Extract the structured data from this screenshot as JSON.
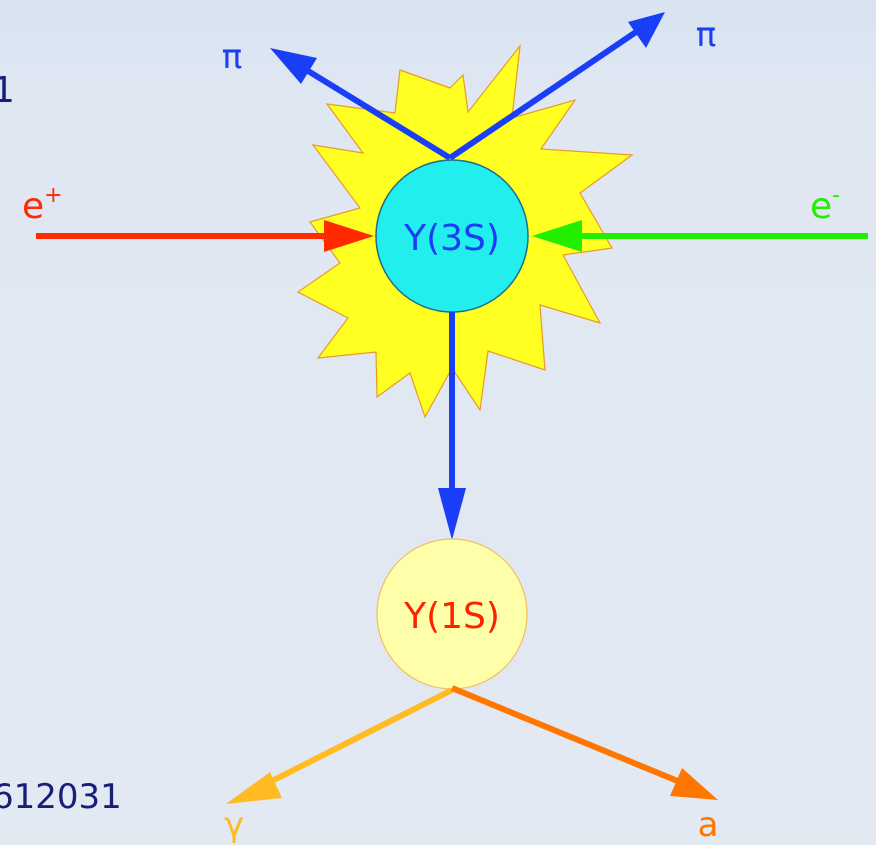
{
  "labels": {
    "pi_left": "π",
    "pi_right": "π",
    "e_plus_base": "e",
    "e_plus_sup": "+",
    "e_minus_base": "e",
    "e_minus_sup": "-",
    "upsilon_3s": "Υ(3S)",
    "upsilon_1s": "Υ(1S)",
    "gamma": "γ",
    "a": "a",
    "left_fragment_top": "1",
    "left_fragment_bottom": "612031"
  },
  "colors": {
    "pion": "#1a3ef5",
    "positron": "#ff2a00",
    "electron": "#22ee00",
    "photon": "#ffbb22",
    "a_boson": "#ff7700",
    "starburst": "#ffff22",
    "starburst_edge": "#e89a2a",
    "upsilon_3s_fill": "#22eeee",
    "upsilon_3s_text": "#1a3ef5",
    "upsilon_1s_fill": "#ffffaa",
    "upsilon_1s_text": "#ff2200",
    "fragment_text": "#16207a"
  }
}
